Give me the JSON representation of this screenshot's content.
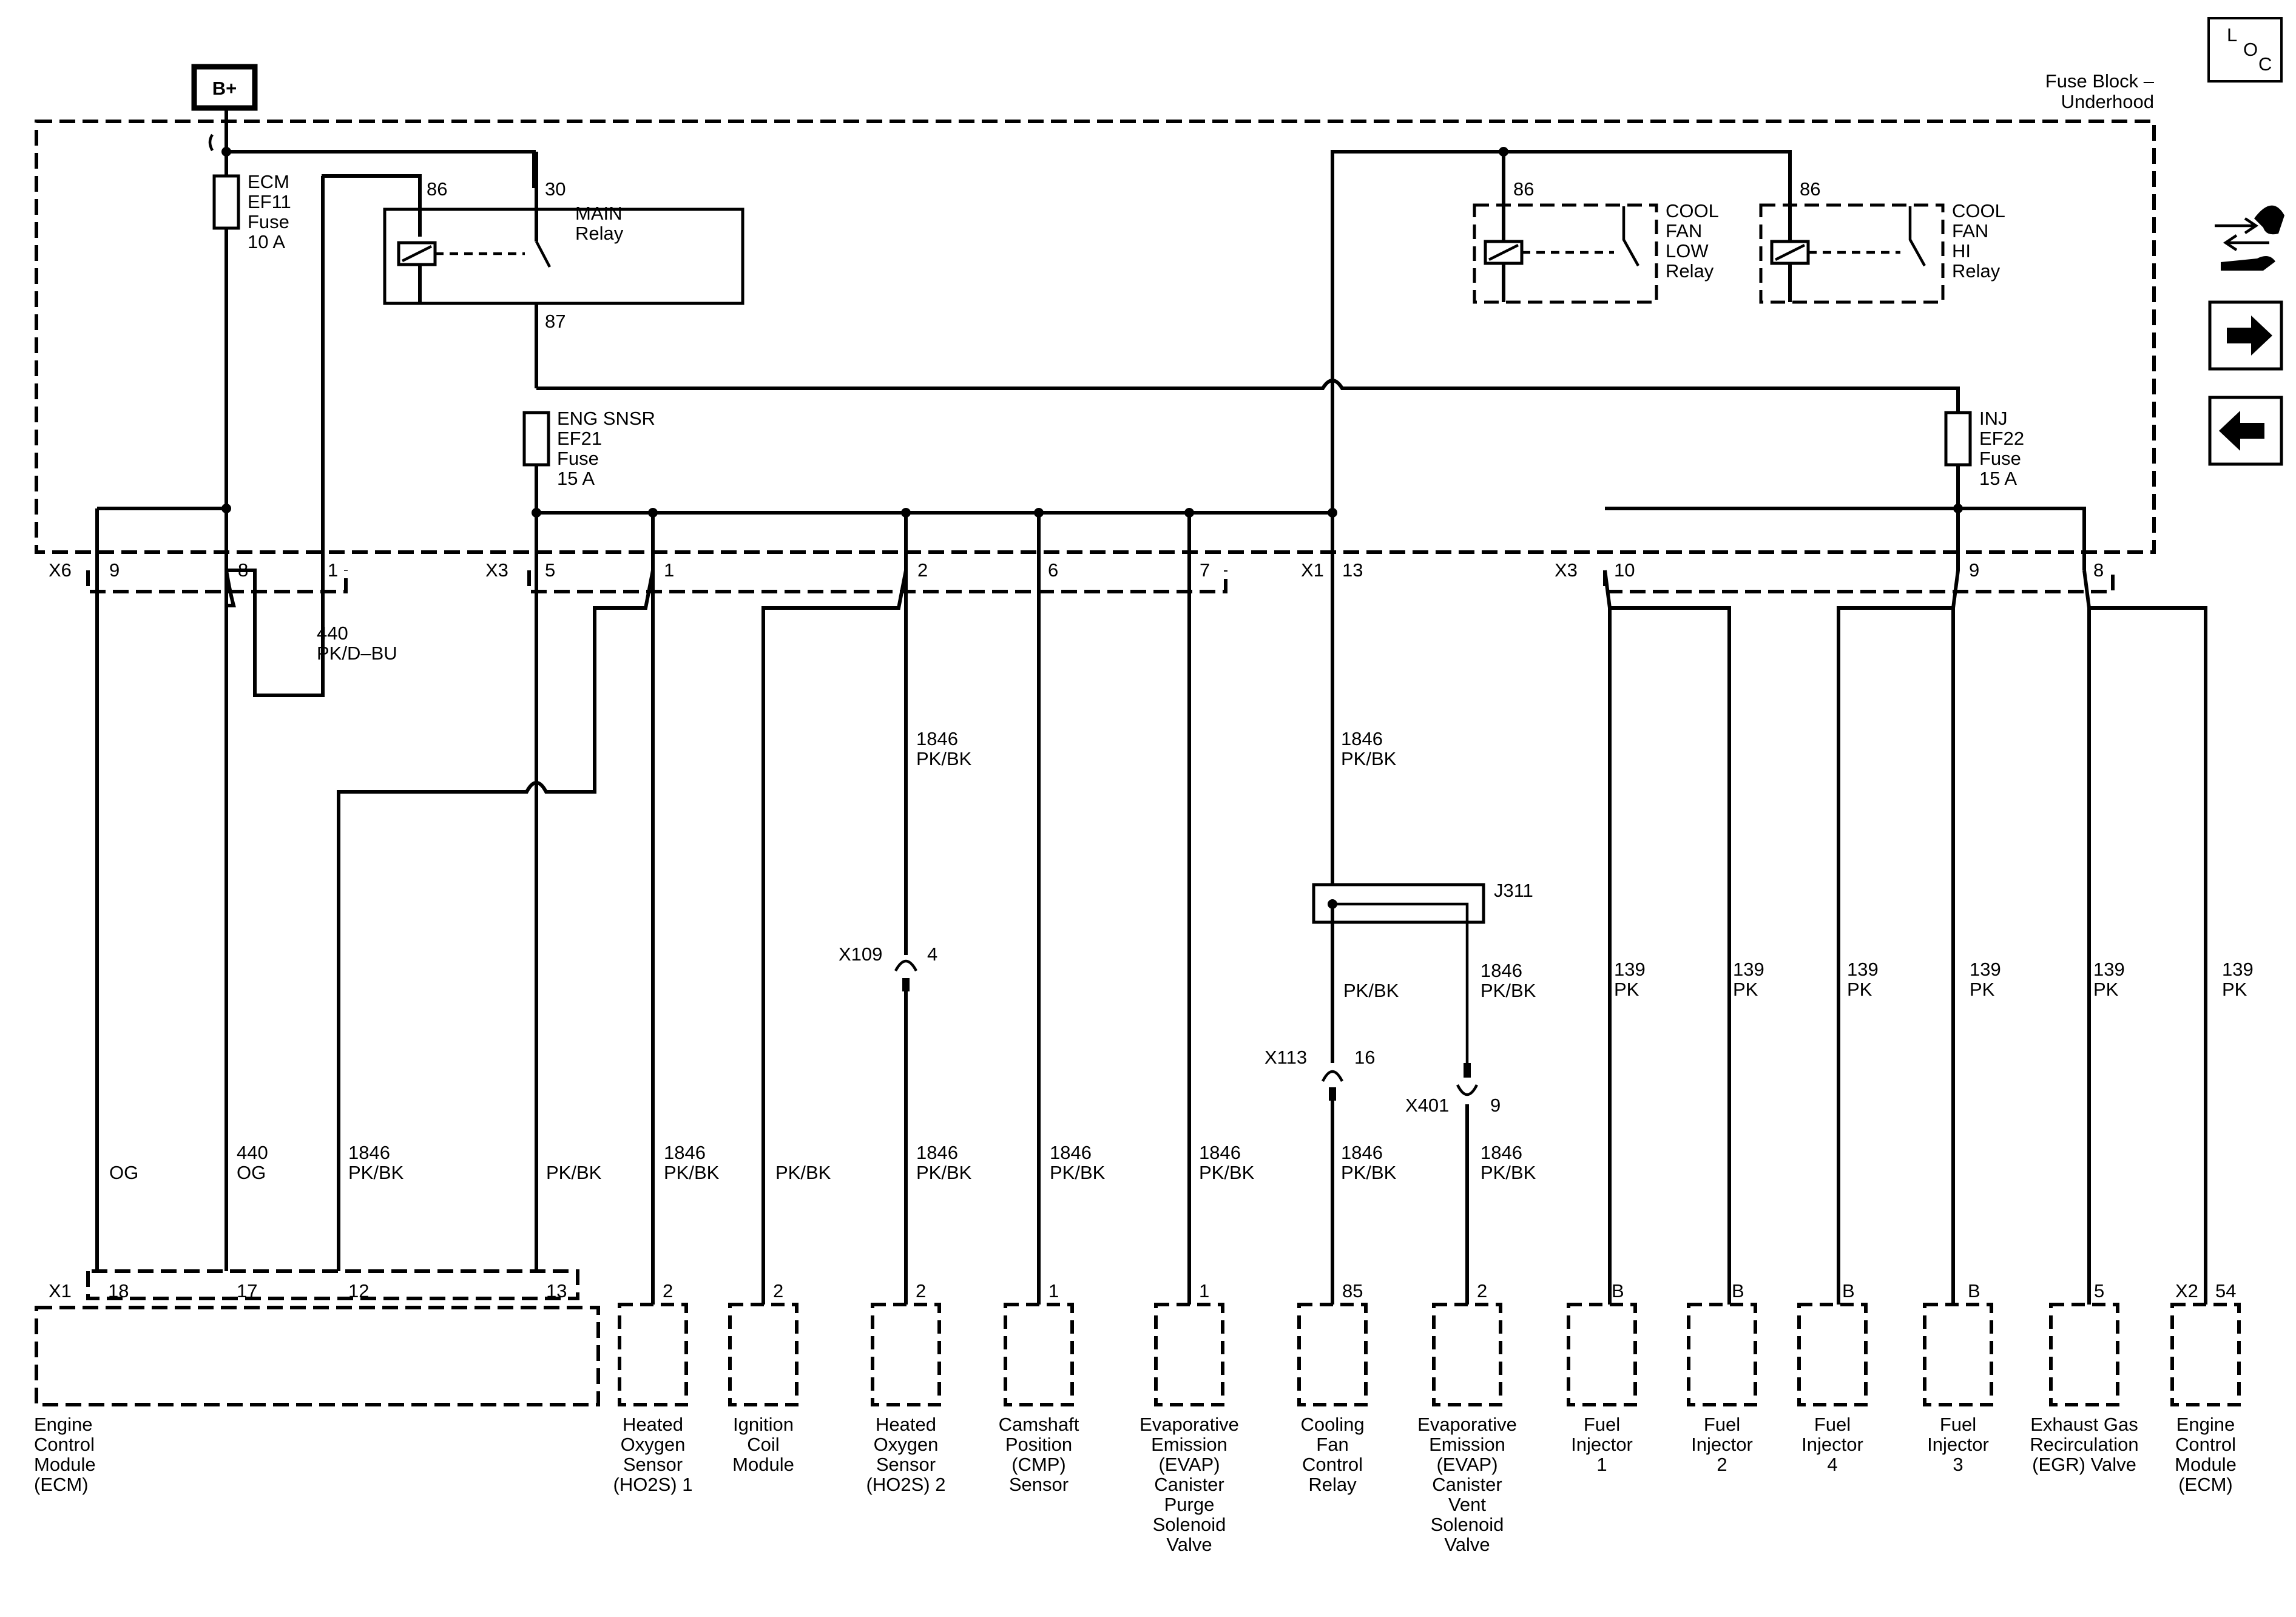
{
  "supply": {
    "b_plus": "B+"
  },
  "fuse_block": {
    "title_line1": "Fuse Block –",
    "title_line2": "Underhood"
  },
  "loc": {
    "l": "L",
    "o": "O",
    "c": "C"
  },
  "side_icons": [
    "wrench-arrows-icon",
    "arrow-right-icon",
    "arrow-left-icon"
  ],
  "fuses": {
    "ecm": [
      "ECM",
      "EF11",
      "Fuse",
      "10 A"
    ],
    "eng_snsr": [
      "ENG SNSR",
      "EF21",
      "Fuse",
      "15 A"
    ],
    "inj": [
      "INJ",
      "EF22",
      "Fuse",
      "15 A"
    ]
  },
  "relays": {
    "main": {
      "lines": [
        "MAIN",
        "Relay"
      ],
      "pin86": "86",
      "pin30": "30",
      "pin87": "87"
    },
    "fan_low": {
      "lines": [
        "COOL",
        "FAN",
        "LOW",
        "Relay"
      ],
      "pin86": "86"
    },
    "fan_hi": {
      "lines": [
        "COOL",
        "FAN",
        "HI",
        "Relay"
      ],
      "pin86": "86"
    }
  },
  "connectors": {
    "x6": "X6",
    "x6_pins": [
      "9",
      "8",
      "1"
    ],
    "x3a": "X3",
    "x3a_pins": [
      "5",
      "1",
      "2",
      "6",
      "7"
    ],
    "x1": "X1",
    "x1_pins": [
      "13"
    ],
    "x3b": "X3",
    "x3b_pins": [
      "10",
      "9",
      "8"
    ]
  },
  "wire_labels": {
    "w440_bu": [
      "440",
      "PK/D–BU"
    ],
    "w1846_a": [
      "1846",
      "PK/BK"
    ],
    "w1846_b": [
      "1846",
      "PK/BK"
    ],
    "x109": "X109",
    "x109_pin": "4",
    "j311": "J311",
    "pkbk_mid": "PK/BK",
    "w1846_c": [
      "1846",
      "PK/BK"
    ],
    "x113": "X113",
    "x113_pin": "16",
    "x401": "X401",
    "x401_pin": "9",
    "og": "OG",
    "w440_og": [
      "440",
      "OG"
    ],
    "w1846_12": [
      "1846",
      "PK/BK"
    ],
    "pkbk_13": "PK/BK",
    "w1846_ho2s1": [
      "1846",
      "PK/BK"
    ],
    "pkbk_coil": "PK/BK",
    "w1846_ho2s2": [
      "1846",
      "PK/BK"
    ],
    "w1846_cmp": [
      "1846",
      "PK/BK"
    ],
    "w1846_purge": [
      "1846",
      "PK/BK"
    ],
    "w1846_fan": [
      "1846",
      "PK/BK"
    ],
    "w1846_vent": [
      "1846",
      "PK/BK"
    ],
    "w139": [
      [
        "139",
        "PK"
      ],
      [
        "139",
        "PK"
      ],
      [
        "139",
        "PK"
      ],
      [
        "139",
        "PK"
      ],
      [
        "139",
        "PK"
      ],
      [
        "139",
        "PK"
      ]
    ]
  },
  "ecm_connector": {
    "name": "X1",
    "pins": [
      "18",
      "17",
      "12",
      "13"
    ]
  },
  "components": [
    {
      "pin": "2",
      "name": [
        "Heated",
        "Oxygen",
        "Sensor",
        "(HO2S) 1"
      ]
    },
    {
      "pin": "2",
      "name": [
        "Ignition",
        "Coil",
        "Module"
      ]
    },
    {
      "pin": "2",
      "name": [
        "Heated",
        "Oxygen",
        "Sensor",
        "(HO2S) 2"
      ]
    },
    {
      "pin": "1",
      "name": [
        "Camshaft",
        "Position",
        "(CMP)",
        "Sensor"
      ]
    },
    {
      "pin": "1",
      "name": [
        "Evaporative",
        "Emission",
        "(EVAP)",
        "Canister",
        "Purge",
        "Solenoid",
        "Valve"
      ]
    },
    {
      "pin": "85",
      "name": [
        "Cooling",
        "Fan",
        "Control",
        "Relay"
      ]
    },
    {
      "pin": "2",
      "name": [
        "Evaporative",
        "Emission",
        "(EVAP)",
        "Canister",
        "Vent",
        "Solenoid",
        "Valve"
      ]
    },
    {
      "pin": "B",
      "name": [
        "Fuel",
        "Injector",
        "1"
      ]
    },
    {
      "pin": "B",
      "name": [
        "Fuel",
        "Injector",
        "2"
      ]
    },
    {
      "pin": "B",
      "name": [
        "Fuel",
        "Injector",
        "4"
      ]
    },
    {
      "pin": "B",
      "name": [
        "Fuel",
        "Injector",
        "3"
      ]
    },
    {
      "pin": "5",
      "name": [
        "Exhaust Gas",
        "Recirculation",
        "(EGR) Valve"
      ]
    },
    {
      "pin": "54",
      "conn": "X2",
      "name": [
        "Engine",
        "Control",
        "Module",
        "(ECM)"
      ]
    }
  ],
  "ecm_left": {
    "name": [
      "Engine",
      "Control",
      "Module",
      "(ECM)"
    ]
  }
}
